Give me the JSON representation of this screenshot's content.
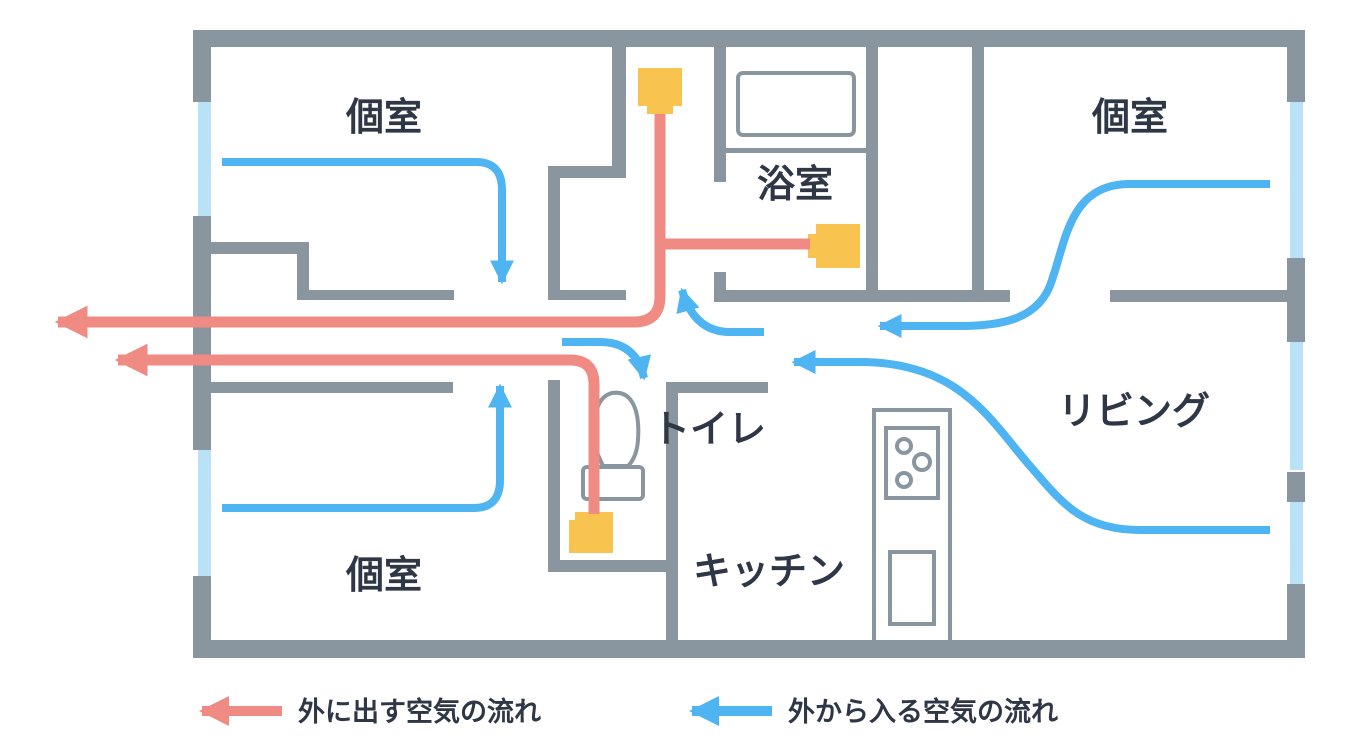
{
  "rooms": {
    "private_room_top_left": "個室",
    "private_room_bottom_left": "個室",
    "private_room_top_right": "個室",
    "bathroom": "浴室",
    "toilet": "トイレ",
    "kitchen": "キッチン",
    "living": "リビング"
  },
  "legend": {
    "exhaust": "外に出す空気の流れ",
    "intake": "外から入る空気の流れ"
  },
  "colors": {
    "wall": "#8a969f",
    "window": "#b9e2f6",
    "exhaust_arrow": "#ef8b82",
    "intake_arrow": "#4fb4f2",
    "fan": "#f9c350",
    "text": "#2f3645"
  }
}
